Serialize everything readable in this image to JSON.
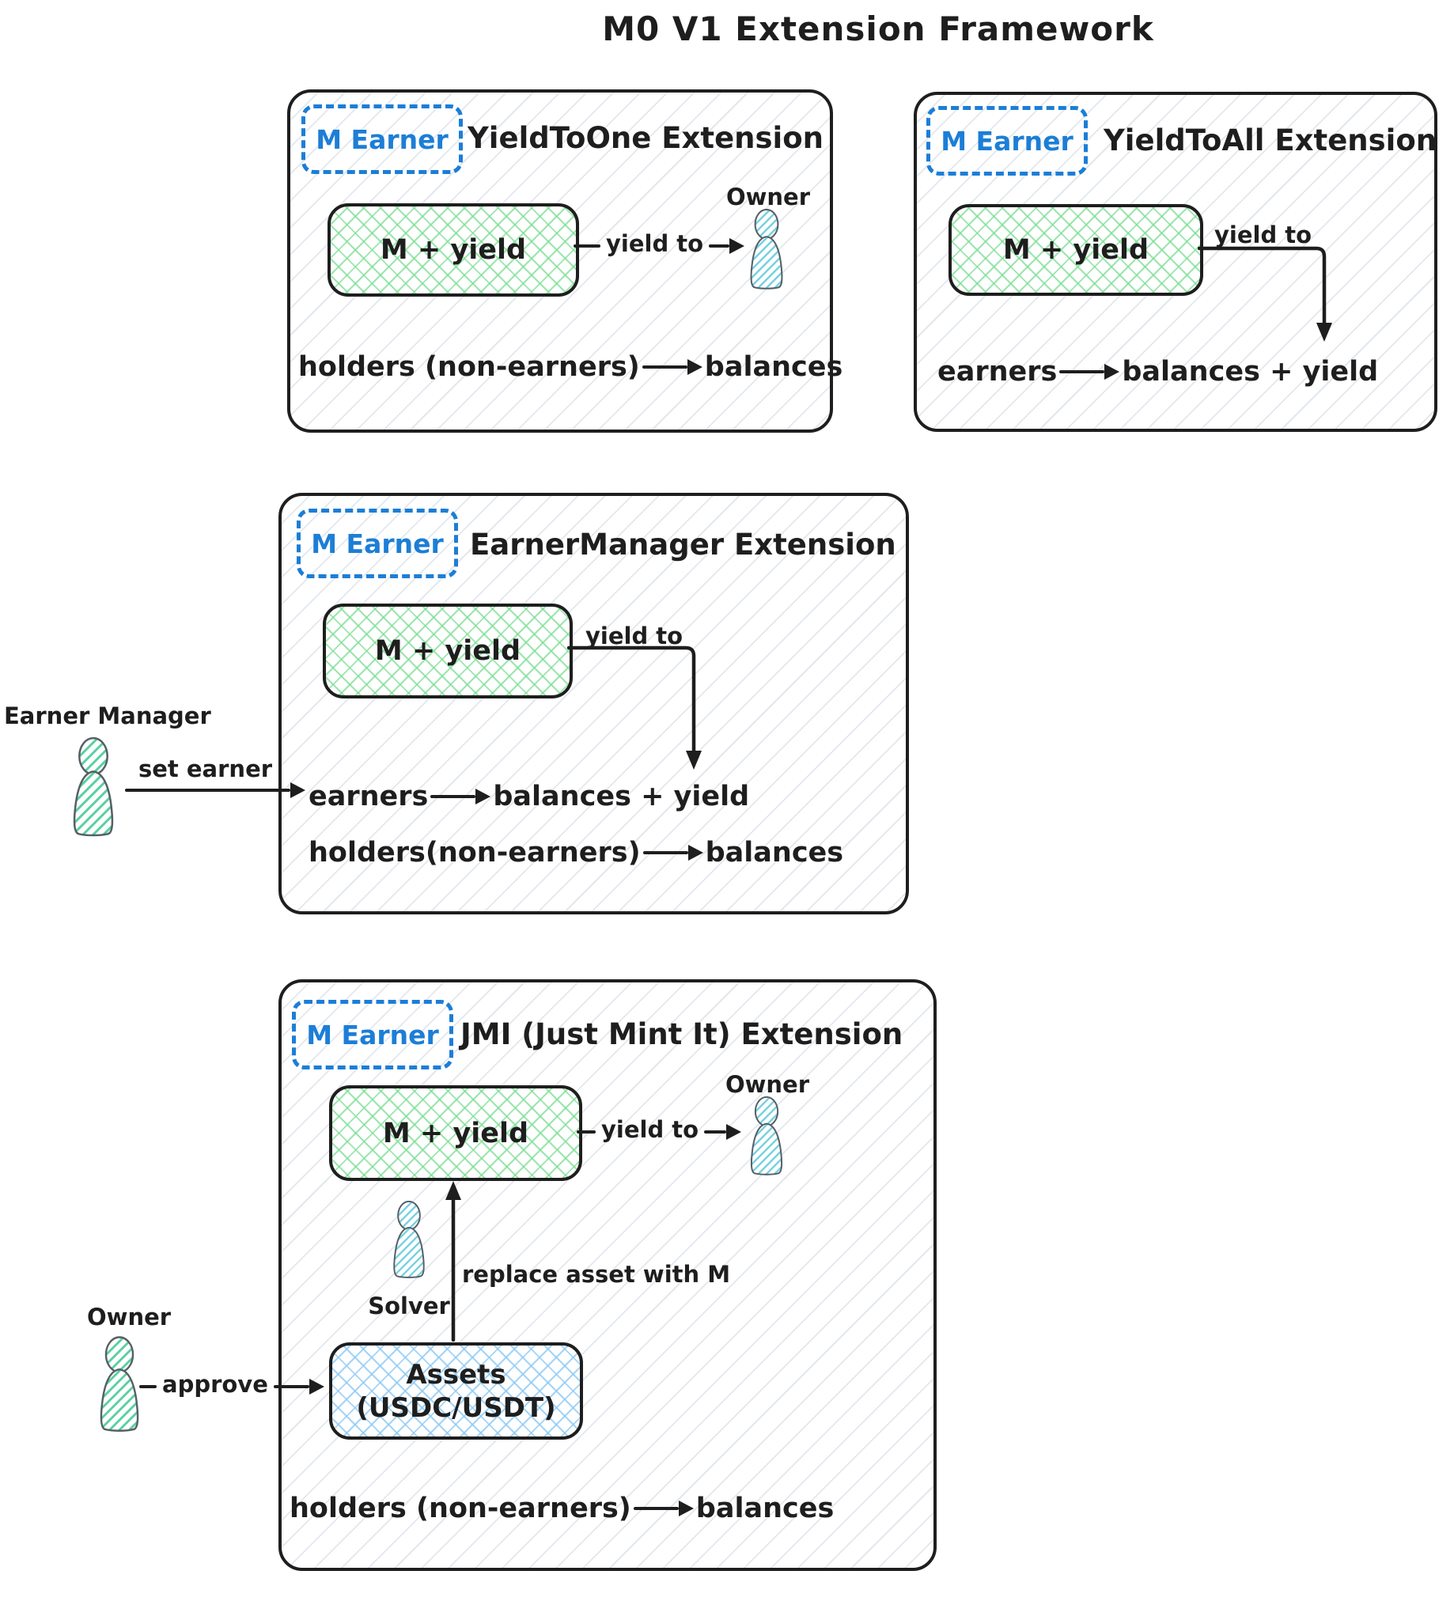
{
  "title": "M0 V1 Extension Framework",
  "panels": {
    "one": {
      "badge": "M Earner",
      "title": "YieldToOne Extension",
      "token": "M + yield",
      "yield_to": "yield to",
      "owner": "Owner",
      "flow_from": "holders (non-earners)",
      "flow_to": "balances"
    },
    "all": {
      "badge": "M Earner",
      "title": "YieldToAll Extension",
      "token": "M + yield",
      "yield_to": "yield to",
      "flow_from": "earners",
      "flow_to": "balances + yield"
    },
    "manager": {
      "badge": "M Earner",
      "title": "EarnerManager Extension",
      "token": "M + yield",
      "yield_to": "yield to",
      "actor": "Earner Manager",
      "action": "set earner",
      "flow1_from": "earners",
      "flow1_to": "balances + yield",
      "flow2_from": "holders(non-earners)",
      "flow2_to": "balances"
    },
    "jmi": {
      "badge": "M Earner",
      "title": "JMI (Just Mint It) Extension",
      "token": "M + yield",
      "yield_to": "yield to",
      "owner": "Owner",
      "solver": "Solver",
      "replace": "replace asset with M",
      "assets_title": "Assets",
      "assets_sub": "(USDC/USDT)",
      "actor": "Owner",
      "action": "approve",
      "flow_from": "holders (non-earners)",
      "flow_to": "balances"
    }
  },
  "colors": {
    "ink": "#1e1e1e",
    "badge_blue": "#1c7ed6",
    "green_hatch": "#7ade92",
    "blue_hatch": "#8dcaf5",
    "panel_hatch": "#cbd4de",
    "person_cyan": "#74d0e0",
    "person_green": "#57d0a0"
  }
}
